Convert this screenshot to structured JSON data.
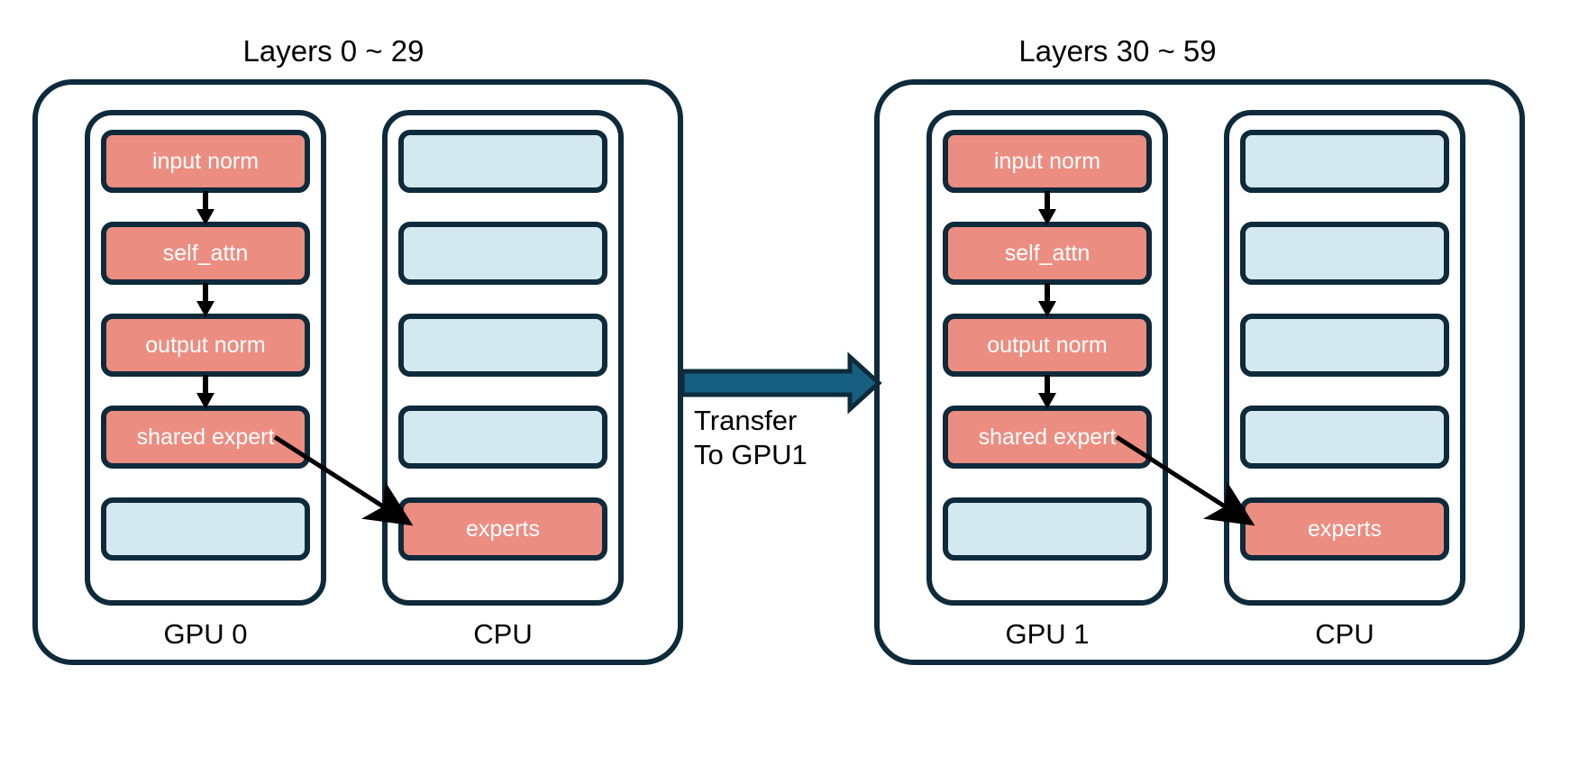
{
  "palette": {
    "outline": "#0e2a3b",
    "active_block": "#ec8d81",
    "idle_block": "#d3e8ef",
    "transfer_arrow": "#175f81",
    "block_text": "#ffffff",
    "label_text": "#000000",
    "background": "#ffffff"
  },
  "diagram": {
    "type": "system-architecture",
    "groups": [
      {
        "title": "Layers 0 ~ 29",
        "device_label": "GPU 0",
        "host_label": "CPU",
        "device_blocks": [
          {
            "label": "input norm",
            "state": "active"
          },
          {
            "label": "self_attn",
            "state": "active"
          },
          {
            "label": "output norm",
            "state": "active"
          },
          {
            "label": "shared expert",
            "state": "active"
          },
          {
            "label": "",
            "state": "idle"
          }
        ],
        "host_blocks": [
          {
            "label": "",
            "state": "idle"
          },
          {
            "label": "",
            "state": "idle"
          },
          {
            "label": "",
            "state": "idle"
          },
          {
            "label": "",
            "state": "idle"
          },
          {
            "label": "experts",
            "state": "active"
          }
        ]
      },
      {
        "title": "Layers 30 ~ 59",
        "device_label": "GPU 1",
        "host_label": "CPU",
        "device_blocks": [
          {
            "label": "input norm",
            "state": "active"
          },
          {
            "label": "self_attn",
            "state": "active"
          },
          {
            "label": "output norm",
            "state": "active"
          },
          {
            "label": "shared expert",
            "state": "active"
          },
          {
            "label": "",
            "state": "idle"
          }
        ],
        "host_blocks": [
          {
            "label": "",
            "state": "idle"
          },
          {
            "label": "",
            "state": "idle"
          },
          {
            "label": "",
            "state": "idle"
          },
          {
            "label": "",
            "state": "idle"
          },
          {
            "label": "experts",
            "state": "active"
          }
        ]
      }
    ],
    "transfer": {
      "caption_line1": "Transfer",
      "caption_line2": "To GPU1"
    }
  }
}
